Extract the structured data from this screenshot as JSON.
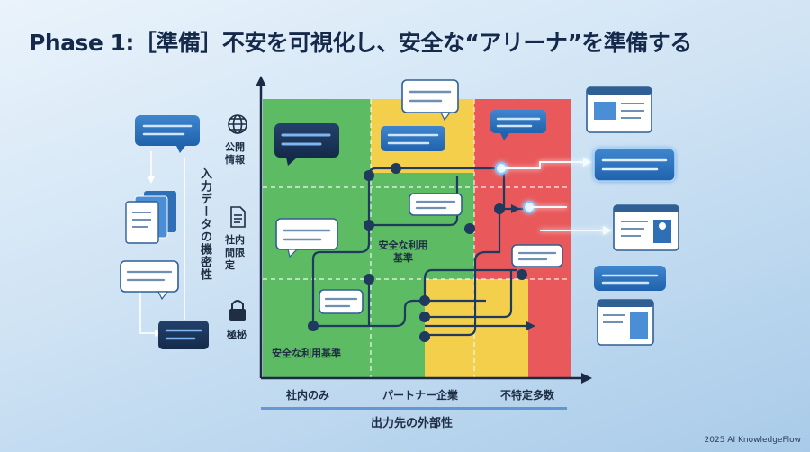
{
  "title": "Phase 1:［準備］不安を可視化し、安全な“アリーナ”を準備する",
  "y_axis": {
    "label": "入力データの機密性",
    "levels": [
      "公開情報",
      "社内間限定",
      "極秘"
    ]
  },
  "x_axis": {
    "label": "出力先の外部性",
    "levels": [
      "社内のみ",
      "パートナー企業",
      "不特定多数"
    ]
  },
  "zones": {
    "safe_zone_label": "安全な利用基準",
    "mid_label": "安全な利用基準",
    "colors": {
      "green": "#5dbb63",
      "yellow": "#f3cf4c",
      "red": "#e9585a"
    }
  },
  "copyright": "2025 AI KnowledgeFlow"
}
